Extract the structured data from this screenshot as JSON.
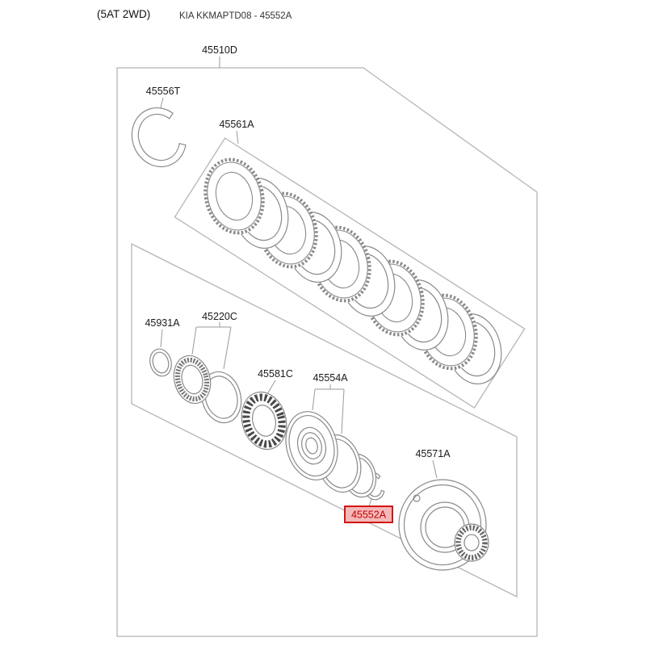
{
  "header": {
    "variant": "(5AT 2WD)",
    "catalog_code": "KIA KKMAPTD08 - 45552A"
  },
  "labels": {
    "outer_assembly": "45510D",
    "snap_ring_large": "45556T",
    "clutch_plate_kit": "45561A",
    "thrust_washer": "45931A",
    "bearing_set": "45220C",
    "one_way_clutch": "45581C",
    "piston_assembly": "45554A",
    "snap_ring_selected": "45552A",
    "clutch_retainer": "45571A"
  },
  "highlight": {
    "selected_part": "45552A",
    "border_color": "#cc0000",
    "fill_color": "#f5b8b8",
    "text_color": "#c00000"
  },
  "colors": {
    "background": "#ffffff",
    "box_line": "#b5b5b5",
    "part_line": "#8a8a8a",
    "dark_part": "#4a4a4a",
    "label_text": "#1a1a1a"
  }
}
